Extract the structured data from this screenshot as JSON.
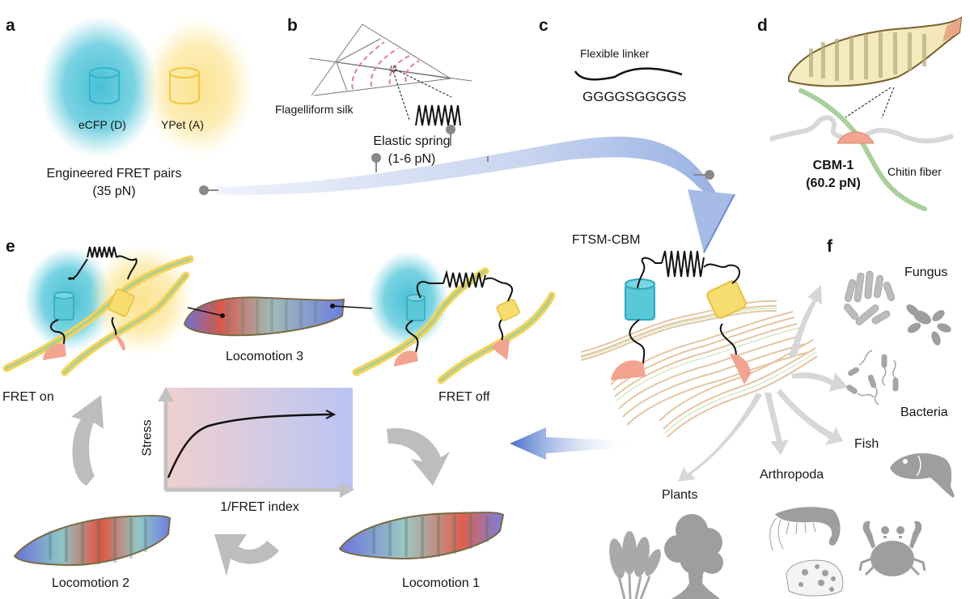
{
  "panels": {
    "a": {
      "letter": "a",
      "donor_label": "eCFP (D)",
      "acceptor_label": "YPet (A)",
      "title_line1": "Engineered FRET pairs",
      "title_line2": "(35 pN)"
    },
    "b": {
      "letter": "b",
      "silk_label": "Flagelliform silk",
      "spring_line1": "Elastic spring",
      "spring_line2": "(1-6 pN)"
    },
    "c": {
      "letter": "c",
      "linker_label": "Flexible linker",
      "sequence": "GGGGSGGGGS"
    },
    "d": {
      "letter": "d",
      "cbm_line1": "CBM-1",
      "cbm_line2": "(60.2 pN)",
      "fiber_label": "Chitin fiber"
    },
    "e": {
      "letter": "e",
      "fret_on": "FRET on",
      "fret_off": "FRET off",
      "loco1": "Locomotion 1",
      "loco2": "Locomotion 2",
      "loco3": "Locomotion 3",
      "plot_ylabel": "Stress",
      "plot_xlabel": "1/FRET index"
    },
    "center": {
      "ftsm_label": "FTSM-CBM"
    },
    "f": {
      "letter": "f",
      "organisms": [
        "Fungus",
        "Bacteria",
        "Fish",
        "Arthropoda",
        "Plants"
      ]
    }
  },
  "colors": {
    "donor": "#5bc8d8",
    "acceptor": "#f7dc6f",
    "cbm": "#f2a491",
    "arrow_blue": "#5b7fd0",
    "cycle_gray": "#bdbdbd",
    "organism_gray": "#9a9a9a"
  }
}
